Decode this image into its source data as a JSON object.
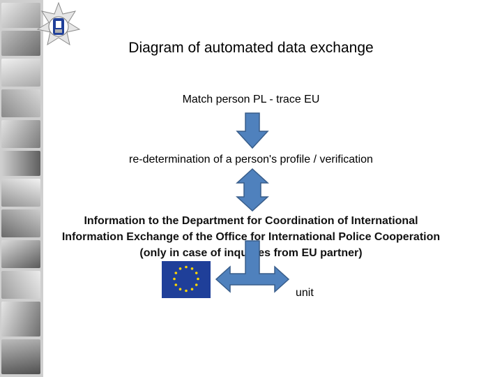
{
  "diagram": {
    "title": "Diagram of automated data exchange",
    "steps": [
      "Match person PL - trace EU",
      "re-determination of a person's profile / verification",
      "Information to the Department for Coordination of International",
      "Information Exchange of the Office for International Police Cooperation",
      "(only in case of inquiries from EU partner)"
    ],
    "unit_label": "unit"
  },
  "colors": {
    "arrow_fill": "#4f81bd",
    "arrow_stroke": "#385d8a",
    "eu_blue": "#1f3f99",
    "eu_star": "#ffd700",
    "strip": "#cfcfcf"
  },
  "icons": {
    "emblem": "police-star-emblem-icon",
    "flag": "eu-flag-icon"
  }
}
